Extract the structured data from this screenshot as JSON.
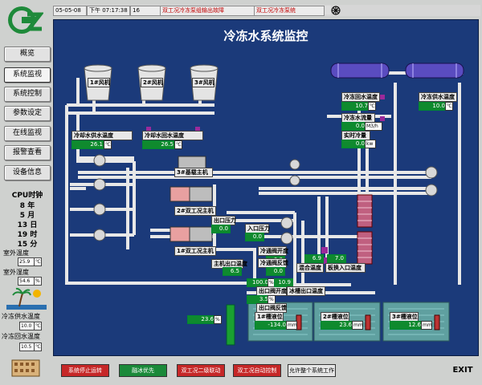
{
  "header": {
    "date": "05-05-08",
    "time": "下午 07:17:38",
    "count": "16",
    "alarm_1": "双工况冷冻泵组输出故障",
    "alarm_2": "双工况冷冻泵统",
    "logo_text": "G"
  },
  "sidebar": {
    "items": [
      {
        "label": "概览"
      },
      {
        "label": "系统监视"
      },
      {
        "label": "系统控制"
      },
      {
        "label": "参数设定"
      },
      {
        "label": "在线监视"
      },
      {
        "label": "报警查看"
      },
      {
        "label": "设备信息"
      }
    ],
    "active_index": 1,
    "cpu_clock_label": "CPU时钟",
    "year": "8 年",
    "month": "5 月",
    "day": "13 日",
    "hour": "19 时",
    "minute": "15 分",
    "outdoor_temp_label": "室外温度",
    "outdoor_temp_value": "25.9",
    "outdoor_temp_unit": "℃",
    "outdoor_humidity_label": "室外湿度",
    "outdoor_humidity_value": "54.6",
    "outdoor_humidity_unit": "%",
    "supply_temp_label": "冷冻供水温度",
    "supply_temp_value": "10.0",
    "supply_temp_unit": "℃",
    "return_temp_label": "冷冻回水温度",
    "return_temp_value": "10.5",
    "return_temp_unit": "℃"
  },
  "main": {
    "title": "冷冻水系统监控",
    "fans": [
      "1#风机",
      "2#风机",
      "3#风机"
    ],
    "cooling_supply_label": "冷却水供水温度",
    "cooling_supply_value": "26.1",
    "cooling_return_label": "冷却水回水温度",
    "cooling_return_value": "26.5",
    "temp_unit": "℃",
    "chw_return_label": "冷冻回水温度",
    "chw_return_value": "10.7",
    "chw_supply_label": "冷冻供水温度",
    "chw_supply_value": "10.0",
    "chw_flow_label": "冷冻水流量",
    "chw_flow_value": "0.0",
    "chw_flow_unit": "M3/h",
    "realtime_cold_label": "实时冷量",
    "realtime_cold_value": "0.0",
    "realtime_cold_unit": "kw",
    "chiller_3": "3#基载主机",
    "chiller_2": "2#双工况主机",
    "chiller_1": "1#双工况主机",
    "outlet_pressure_label": "出口压力",
    "outlet_pressure_value": "0.0",
    "inlet_pressure_label": "入口压力",
    "inlet_pressure_value": "0.0",
    "host_outlet_temp_label": "主机出口温度",
    "host_outlet_temp_value": "6.5",
    "cold_valve_open_label": "冷通阀开度",
    "cold_valve_open_value": "0.0",
    "cold_valve_feedback_label": "冷通阀反馈",
    "cold_valve_feedback_value": "0.0",
    "mix_temp_value": "6.9",
    "mix_temp_label": "混合温度",
    "hx_temp_value": "7.0",
    "hx_temp_label": "板换入口温度",
    "pct_1": "100.0",
    "pct_unit": "%",
    "outlet_valve_label": "出口阀开度",
    "pct_2": "3.5",
    "outlet_valve_feedback_label": "出口阀反馈",
    "tank_outlet_temp_value": "10.9",
    "tank_outlet_temp_label": "冰槽出口温度",
    "tank_ice_value": "23.6",
    "tank1_label": "1#槽液位",
    "tank1_value": "-134.0",
    "tank2_label": "2#槽液位",
    "tank2_value": "23.6",
    "tank3_label": "3#槽液位",
    "tank3_value": "12.6",
    "level_unit": "mm"
  },
  "footer": {
    "buttons": [
      {
        "label": "系统停止运转",
        "color": "#c62828"
      },
      {
        "label": "融冰优先",
        "color": "#1b8a3a"
      },
      {
        "label": "双工况二级联动",
        "color": "#c62828"
      },
      {
        "label": "双工况自动控制",
        "color": "#c62828"
      },
      {
        "label": "允许整个系统工作",
        "color": "#e6e6e6"
      }
    ],
    "exit_label": "EXIT"
  }
}
